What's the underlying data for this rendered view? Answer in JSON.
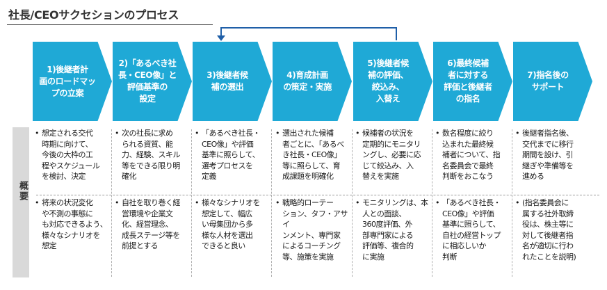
{
  "title": "社長/CEOサクセションのプロセス",
  "side_label": "概要",
  "colors": {
    "step_fill": "#1fa9d6",
    "feedback_arrow": "#1f5fa8",
    "side_bar": "#d9d9d9"
  },
  "steps": [
    {
      "label": "1)後継者計\n画のロードマッ\nプの立案"
    },
    {
      "label": "2)「あるべき社\n長・CEO像」と\n評価基準の\n設定"
    },
    {
      "label": "3)後継者候\n補の選出"
    },
    {
      "label": "4)育成計画\nの策定・実施"
    },
    {
      "label": "5)後継者候\n補の評価、\n絞込み、\n入替え"
    },
    {
      "label": "6)最終候補\n者に対する\n評価と後継者\nの指名"
    },
    {
      "label": "7)指名後の\nサポート"
    }
  ],
  "columns": [
    {
      "top": "想定される交代\n時期に向けて、\n今後の大枠の工\n程やスケジュール\nを検討、決定",
      "bottom": "将来の状況変化\nや不測の事態に\nも対応できるよう、\n様々なシナリオを\n想定"
    },
    {
      "top": "次の社長に求め\nられる資質、能\n力、経験、スキル\n等をできる限り明\n確化",
      "bottom": "自社を取り巻く経\n営環境や企業文\n化、経営理念、\n成長ステージ等を\n前提とする"
    },
    {
      "top": "「あるべき社長・\nCEO像」や評価\n基準に照らして、\n選考プロセスを\n定義",
      "bottom": "様々なシナリオを\n想定して、幅広\nい母集団から多\n様な人材を選出\nできると良い"
    },
    {
      "top": "選出された候補\n者ごとに、「あるべ\nき社長・CEO像」\n等に照らして、育\n成課題を明確化",
      "bottom": "戦略的ローテー\nション、タフ・アサイ\nンメント、専門家\nによるコーチング\n等、施策を実施"
    },
    {
      "top": "候補者の状況を\n定期的にモニタリ\nングし、必要に応\nじて絞込み、入\n替えを実施",
      "bottom": "モニタリングは、本\n人との面談、\n360度評価、外\n部専門家による\n評価等、複合的\nに実施"
    },
    {
      "top": "数名程度に絞り\n込まれた最終候\n補者について、指\n名委員会で最終\n判断をおこなう",
      "bottom": "「あるべき社長・\nCEO像」や評価\n基準に照らして、\n自社の経営トップ\nに相応しいか\n判断"
    },
    {
      "top": "後継者指名後、\n交代までに移行\n期間を設け、引\n継ぎや準備等を\n進める",
      "bottom": "(指名委員会に\n属する社外取締\n役は、株主等に\n対して後継者指\n名が適切に行わ\nれたことを説明)"
    }
  ]
}
